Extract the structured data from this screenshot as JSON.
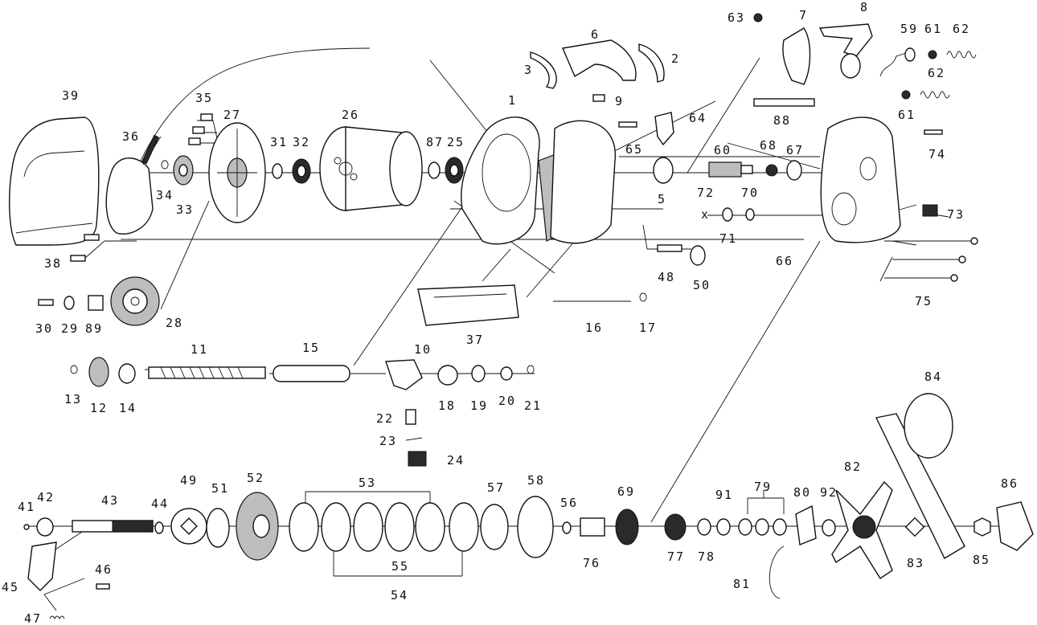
{
  "callouts": [
    {
      "id": "39",
      "label": "39"
    },
    {
      "id": "36",
      "label": "36"
    },
    {
      "id": "35",
      "label": "35"
    },
    {
      "id": "27",
      "label": "27"
    },
    {
      "id": "31",
      "label": "31"
    },
    {
      "id": "32",
      "label": "32"
    },
    {
      "id": "26",
      "label": "26"
    },
    {
      "id": "87",
      "label": "87"
    },
    {
      "id": "25",
      "label": "25"
    },
    {
      "id": "1",
      "label": "1"
    },
    {
      "id": "3",
      "label": "3"
    },
    {
      "id": "6",
      "label": "6"
    },
    {
      "id": "2",
      "label": "2"
    },
    {
      "id": "9",
      "label": "9"
    },
    {
      "id": "64",
      "label": "64"
    },
    {
      "id": "65",
      "label": "65"
    },
    {
      "id": "88",
      "label": "88"
    },
    {
      "id": "63",
      "label": "63"
    },
    {
      "id": "7",
      "label": "7"
    },
    {
      "id": "8",
      "label": "8"
    },
    {
      "id": "59",
      "label": "59"
    },
    {
      "id": "61a",
      "label": "61"
    },
    {
      "id": "62a",
      "label": "62"
    },
    {
      "id": "62b",
      "label": "62"
    },
    {
      "id": "61b",
      "label": "61"
    },
    {
      "id": "74",
      "label": "74"
    },
    {
      "id": "60",
      "label": "60"
    },
    {
      "id": "68",
      "label": "68"
    },
    {
      "id": "67",
      "label": "67"
    },
    {
      "id": "5",
      "label": "5"
    },
    {
      "id": "72",
      "label": "72"
    },
    {
      "id": "70",
      "label": "70"
    },
    {
      "id": "71",
      "label": "71"
    },
    {
      "id": "73",
      "label": "73"
    },
    {
      "id": "66",
      "label": "66"
    },
    {
      "id": "48",
      "label": "48"
    },
    {
      "id": "50",
      "label": "50"
    },
    {
      "id": "75",
      "label": "75"
    },
    {
      "id": "34",
      "label": "34"
    },
    {
      "id": "33",
      "label": "33"
    },
    {
      "id": "38",
      "label": "38"
    },
    {
      "id": "30",
      "label": "30"
    },
    {
      "id": "29",
      "label": "29"
    },
    {
      "id": "89",
      "label": "89"
    },
    {
      "id": "28",
      "label": "28"
    },
    {
      "id": "37",
      "label": "37"
    },
    {
      "id": "16",
      "label": "16"
    },
    {
      "id": "17",
      "label": "17"
    },
    {
      "id": "11",
      "label": "11"
    },
    {
      "id": "15",
      "label": "15"
    },
    {
      "id": "10",
      "label": "10"
    },
    {
      "id": "13",
      "label": "13"
    },
    {
      "id": "12",
      "label": "12"
    },
    {
      "id": "14",
      "label": "14"
    },
    {
      "id": "18",
      "label": "18"
    },
    {
      "id": "19",
      "label": "19"
    },
    {
      "id": "20",
      "label": "20"
    },
    {
      "id": "21",
      "label": "21"
    },
    {
      "id": "22",
      "label": "22"
    },
    {
      "id": "23",
      "label": "23"
    },
    {
      "id": "24",
      "label": "24"
    },
    {
      "id": "84",
      "label": "84"
    },
    {
      "id": "86",
      "label": "86"
    },
    {
      "id": "41",
      "label": "41"
    },
    {
      "id": "42",
      "label": "42"
    },
    {
      "id": "43",
      "label": "43"
    },
    {
      "id": "44",
      "label": "44"
    },
    {
      "id": "49",
      "label": "49"
    },
    {
      "id": "51",
      "label": "51"
    },
    {
      "id": "52",
      "label": "52"
    },
    {
      "id": "53",
      "label": "53"
    },
    {
      "id": "57",
      "label": "57"
    },
    {
      "id": "58",
      "label": "58"
    },
    {
      "id": "56",
      "label": "56"
    },
    {
      "id": "69",
      "label": "69"
    },
    {
      "id": "91",
      "label": "91"
    },
    {
      "id": "79",
      "label": "79"
    },
    {
      "id": "80",
      "label": "80"
    },
    {
      "id": "92",
      "label": "92"
    },
    {
      "id": "82",
      "label": "82"
    },
    {
      "id": "55",
      "label": "55"
    },
    {
      "id": "54",
      "label": "54"
    },
    {
      "id": "76",
      "label": "76"
    },
    {
      "id": "77",
      "label": "77"
    },
    {
      "id": "78",
      "label": "78"
    },
    {
      "id": "81",
      "label": "81"
    },
    {
      "id": "83",
      "label": "83"
    },
    {
      "id": "85",
      "label": "85"
    },
    {
      "id": "45",
      "label": "45"
    },
    {
      "id": "46",
      "label": "46"
    },
    {
      "id": "47",
      "label": "47"
    }
  ]
}
